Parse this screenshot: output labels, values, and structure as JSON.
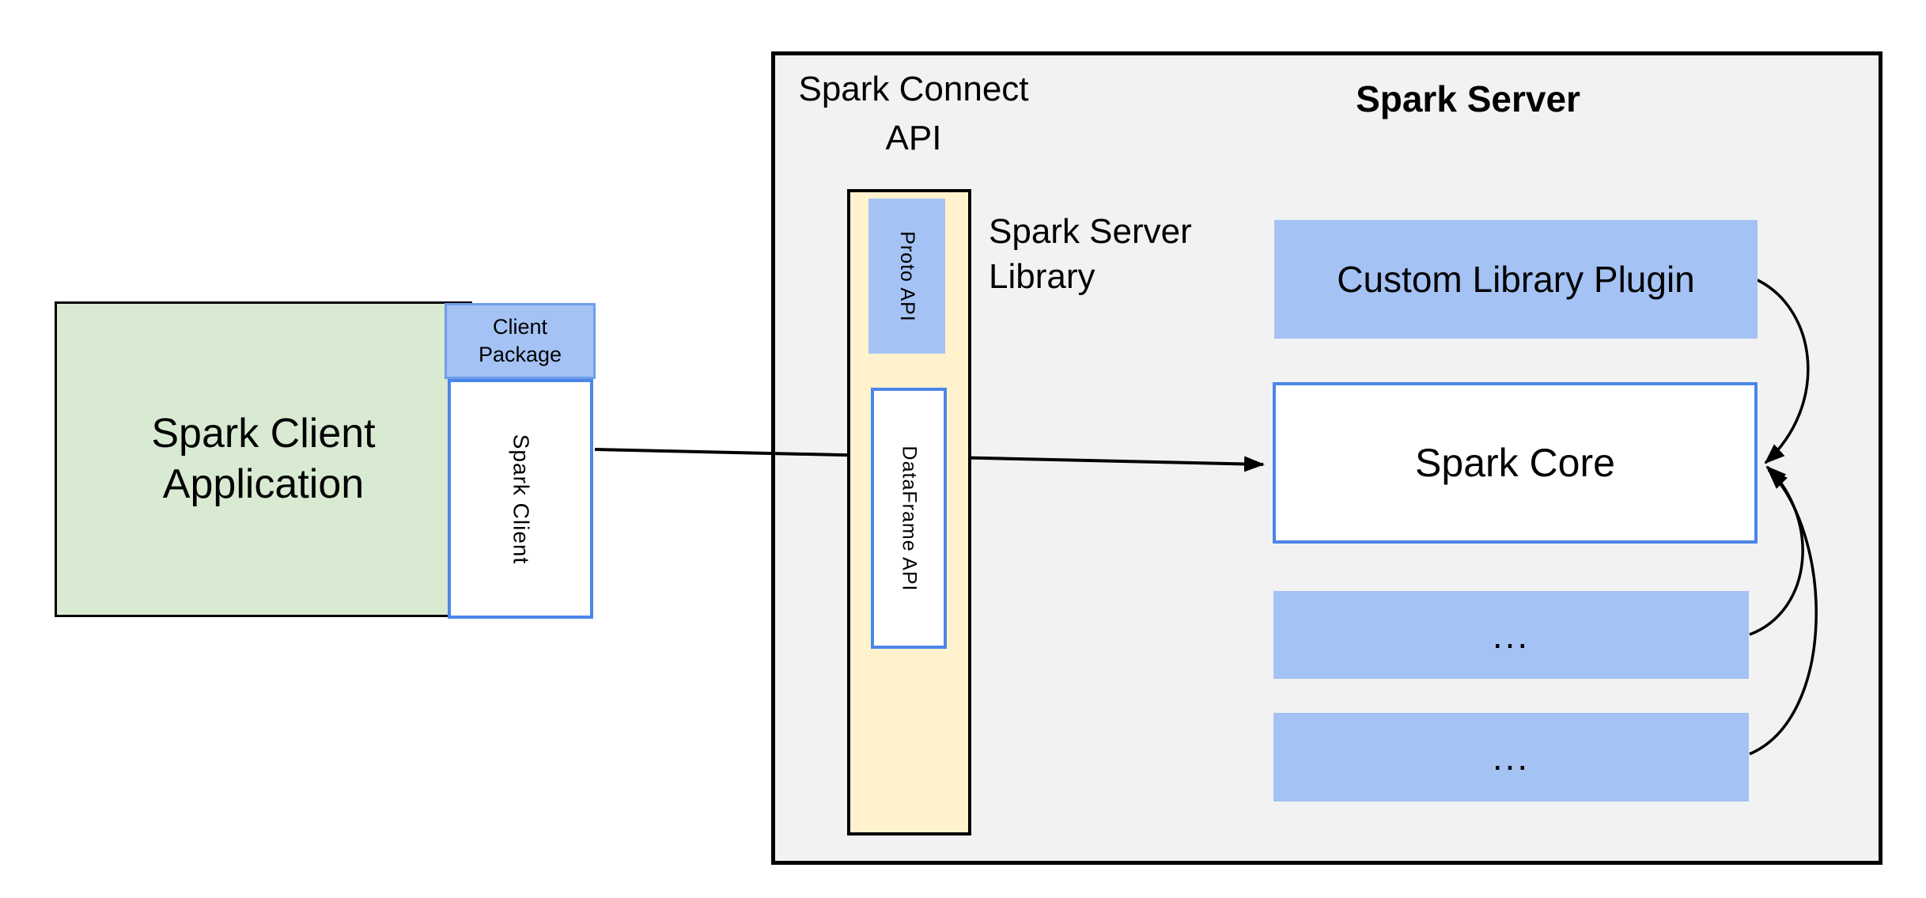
{
  "diagram": {
    "client_application": {
      "label": "Spark Client\nApplication"
    },
    "client_package": {
      "label": "Client\nPackage"
    },
    "spark_client": {
      "label": "Spark Client"
    },
    "spark_connect_api": {
      "label": "Spark Connect\nAPI"
    },
    "spark_server": {
      "title": "Spark Server"
    },
    "spark_server_library": {
      "label": "Spark Server\nLibrary"
    },
    "proto_api": {
      "label": "Proto API"
    },
    "dataframe_api": {
      "label": "DataFrame API"
    },
    "custom_library_plugin": {
      "label": "Custom Library Plugin"
    },
    "spark_core": {
      "label": "Spark Core"
    },
    "plugin_slot_1": {
      "label": "..."
    },
    "plugin_slot_2": {
      "label": "..."
    }
  },
  "colors": {
    "client_app_fill": "#d9ead3",
    "blue_fill": "#a4c2f4",
    "blue_border": "#4a86e8",
    "package_border": "#6d9eeb",
    "yellow_fill": "#fff2cc",
    "server_fill": "#f2f2f2",
    "outline": "#000000",
    "background": "#ffffff"
  }
}
